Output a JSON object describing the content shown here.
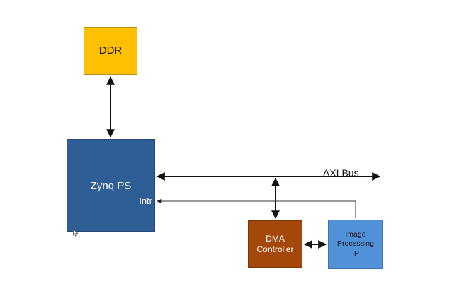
{
  "nodes": {
    "ddr": {
      "label": "DDR",
      "color": "#ffc000"
    },
    "zynq": {
      "label": "Zynq PS",
      "port_label": "Intr",
      "color": "#2f5d95"
    },
    "dma": {
      "label": "DMA\nController",
      "color": "#a4470a"
    },
    "ip": {
      "label": "Image\nProcessing\nIP",
      "color": "#5191d8"
    }
  },
  "bus": {
    "label": "AXI Bus"
  },
  "edges": [
    {
      "from": "ddr",
      "to": "zynq",
      "style": "bidirectional"
    },
    {
      "from": "zynq",
      "to": "bus",
      "style": "bidirectional"
    },
    {
      "from": "bus",
      "to": "dma",
      "style": "bidirectional"
    },
    {
      "from": "dma",
      "to": "ip",
      "style": "bidirectional"
    },
    {
      "from": "ip",
      "to": "zynq",
      "label_ref": "Intr",
      "style": "directed"
    }
  ],
  "icons": {
    "cursor": "mouse-pointer-icon"
  }
}
